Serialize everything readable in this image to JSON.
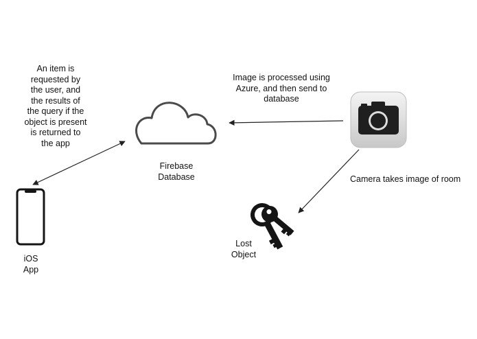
{
  "labels": {
    "request": "An item is\nrequested by\nthe user, and\nthe results of\nthe query if the\nobject is present\nis returned to\nthe app",
    "processed": "Image is processed using\nAzure, and then send to\ndatabase",
    "firebase": "Firebase\nDatabase",
    "camera": "Camera takes image of room",
    "lost_object": "Lost\nObject",
    "ios_app": "iOS\nApp"
  },
  "nodes": [
    {
      "id": "firebase",
      "icon": "cloud-icon"
    },
    {
      "id": "camera",
      "icon": "camera-app-icon"
    },
    {
      "id": "lost_object",
      "icon": "keys-icon"
    },
    {
      "id": "ios_app",
      "icon": "smartphone-icon"
    }
  ],
  "edges": [
    {
      "from": "ios_app",
      "to": "firebase",
      "direction": "both"
    },
    {
      "from": "camera",
      "to": "firebase",
      "direction": "forward"
    },
    {
      "from": "camera",
      "to": "lost_object",
      "direction": "forward"
    }
  ],
  "colors": {
    "stroke": "#222222",
    "cloud_stroke": "#4a4a4a",
    "camera_tile_top": "#f4f4f4",
    "camera_tile_bottom": "#c8c8c8",
    "camera_body": "#1f1f1f",
    "keys": "#151515"
  }
}
